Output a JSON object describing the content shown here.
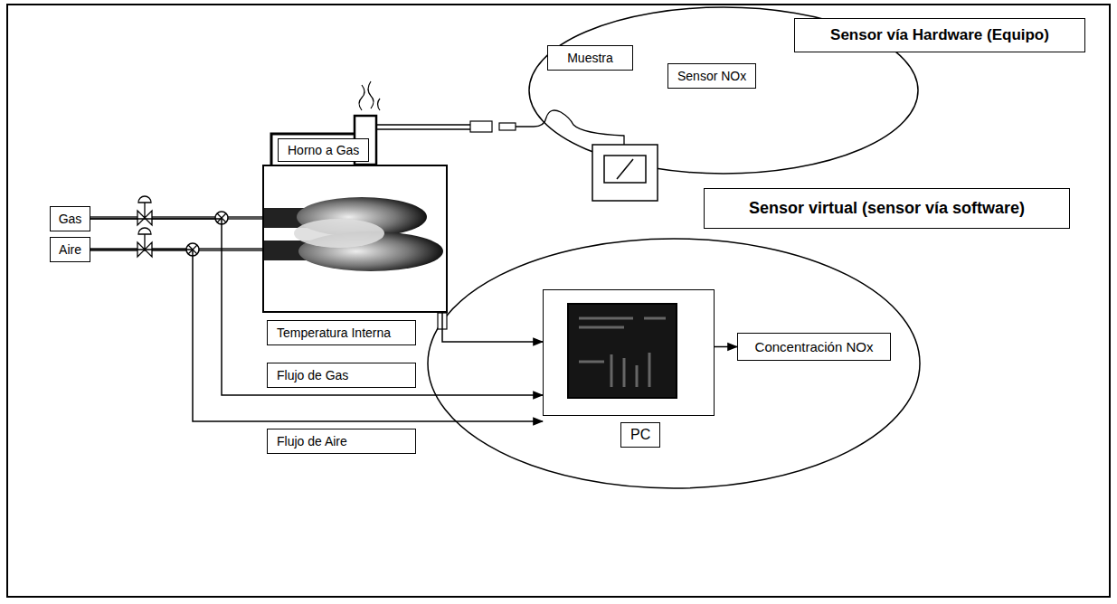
{
  "diagram": {
    "nodes": [
      {
        "text": [
          "Sensor vía Hardware (Equipo)"
        ]
      },
      {
        "text": [
          "Muestra"
        ]
      },
      {
        "text": [
          "Sensor NOx"
        ]
      },
      {
        "text": [
          "Horno a Gas"
        ]
      },
      {
        "text": [
          "Gas"
        ]
      },
      {
        "text": [
          "Aire"
        ]
      },
      {
        "text": [
          "Sensor virtual (sensor vía software)"
        ]
      },
      {
        "text": [
          "PC"
        ]
      },
      {
        "text": [
          "Concentración NOx"
        ]
      }
    ],
    "edges": [
      {
        "from": 4,
        "to": 7,
        "arrow": "to",
        "label": "Flujo de Gas"
      },
      {
        "from": 5,
        "to": 7,
        "arrow": "to",
        "label": "Flujo de Aire"
      },
      {
        "from": 3,
        "to": 7,
        "arrow": "to",
        "label": "Temperatura Interna"
      },
      {
        "from": 7,
        "to": 8,
        "arrow": "to"
      }
    ]
  }
}
